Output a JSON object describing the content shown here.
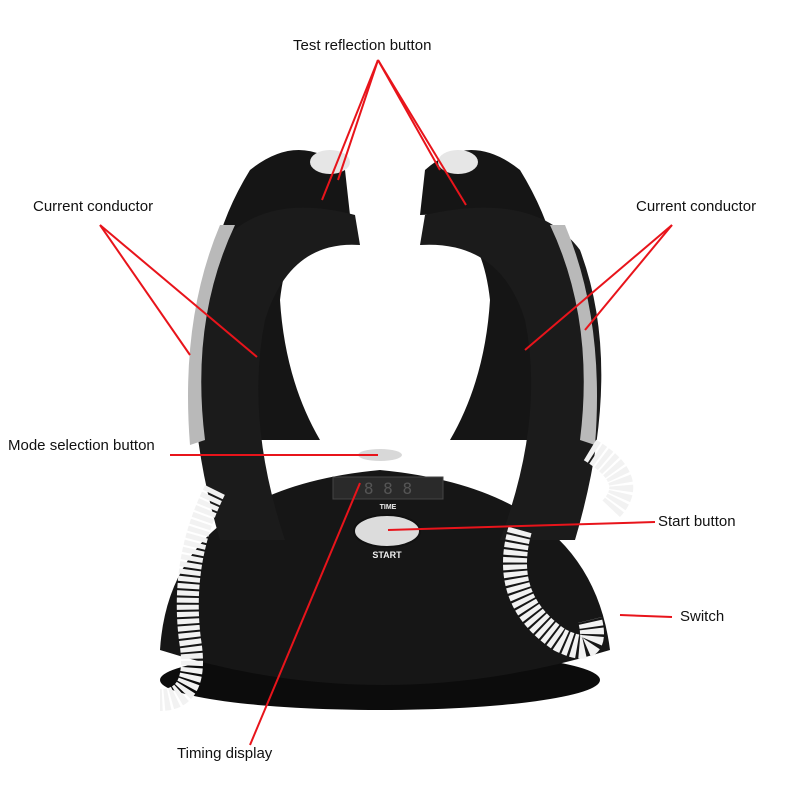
{
  "labels": {
    "test_reflection_button": "Test reflection button",
    "current_conductor_left": "Current conductor",
    "current_conductor_right": "Current conductor",
    "mode_selection_button": "Mode selection button",
    "start_button": "Start button",
    "switch": "Switch",
    "timing_display": "Timing display"
  },
  "device": {
    "time_label": "TIME",
    "start_label": "START"
  },
  "colors": {
    "leader_line": "#e8141b",
    "device_body": "#111111",
    "cable": "#f2f2f2",
    "chrome": "#b9b9b9"
  }
}
